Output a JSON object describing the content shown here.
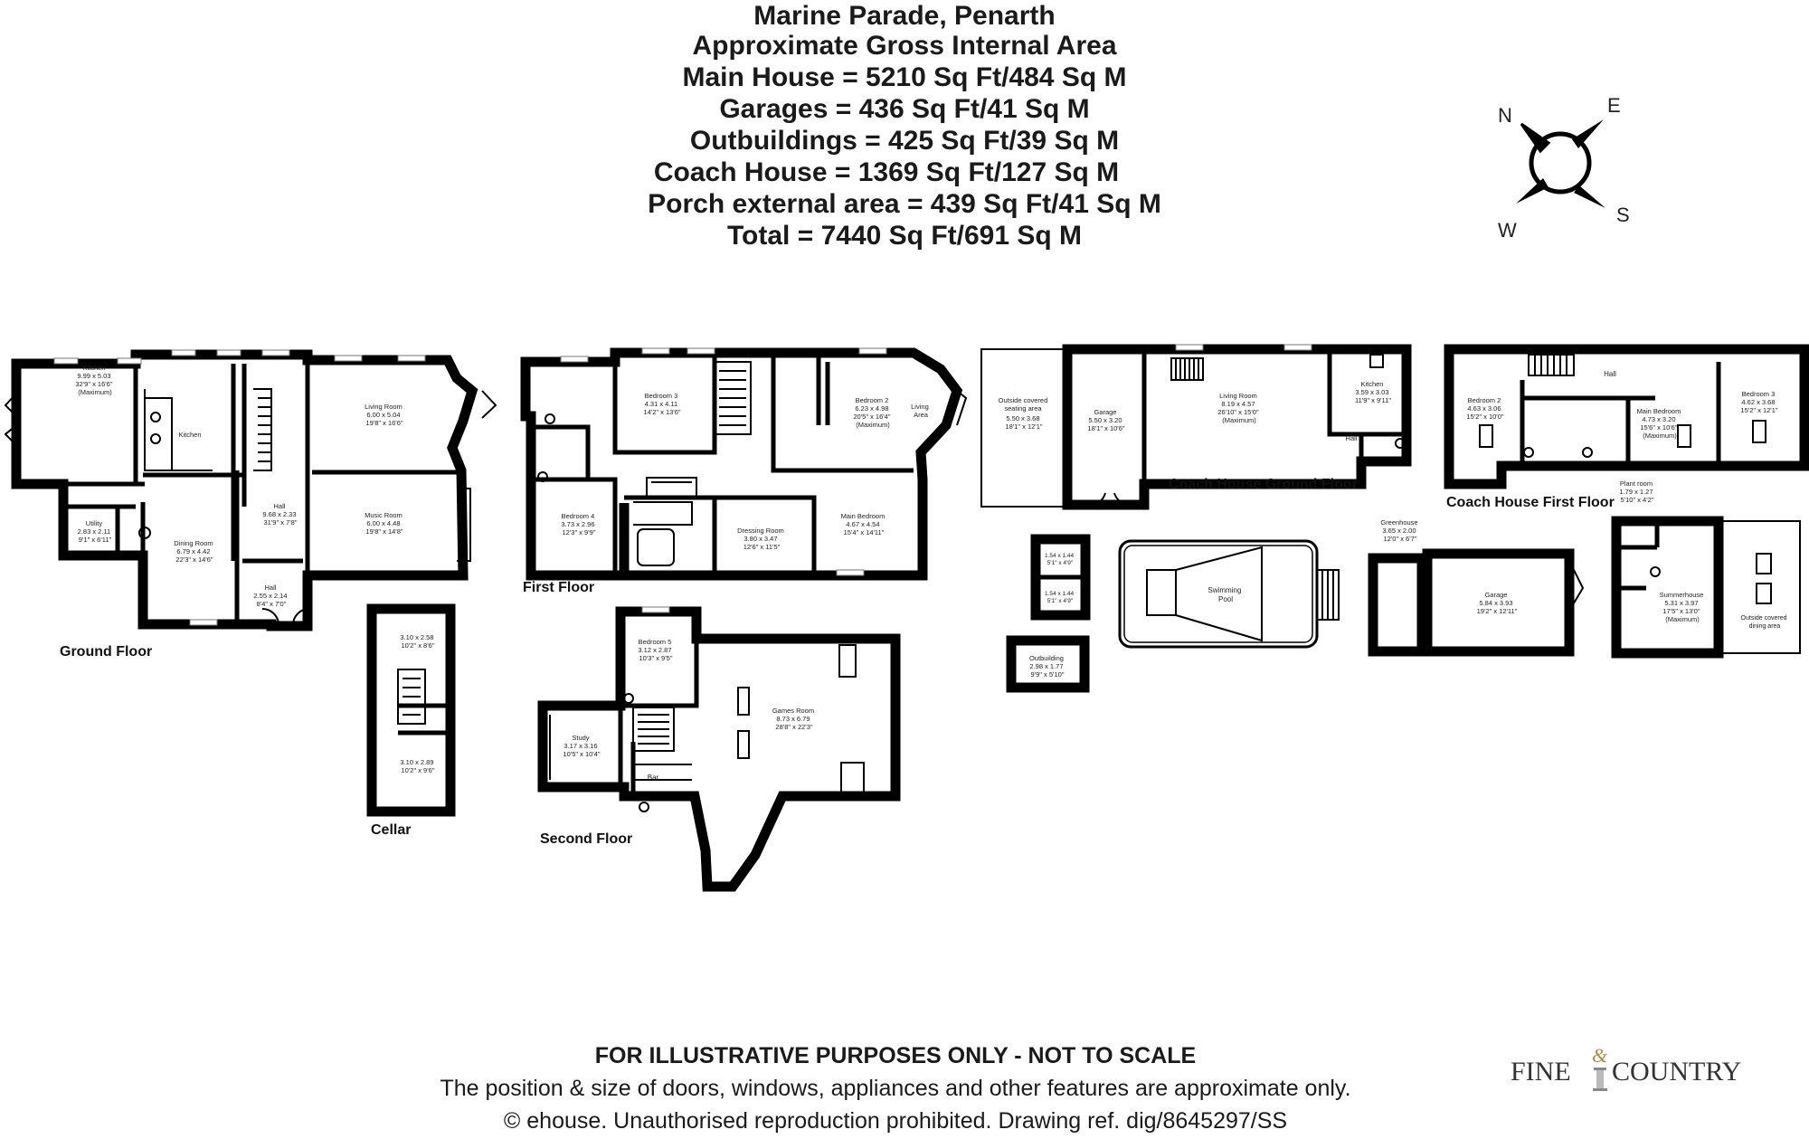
{
  "header": {
    "title": "Marine Parade, Penarth",
    "subtitle": "Approximate Gross Internal Area",
    "areas": [
      "Main House = 5210 Sq Ft/484 Sq M",
      "Garages = 436 Sq Ft/41 Sq M",
      "Outbuildings = 425 Sq Ft/39 Sq M",
      "Coach House = 1369 Sq Ft/127 Sq M",
      "Porch external area = 439 Sq Ft/41 Sq M",
      "Total = 7440 Sq Ft/691 Sq M"
    ]
  },
  "compass": {
    "n": "N",
    "e": "E",
    "s": "S",
    "w": "W"
  },
  "floors": {
    "ground": "Ground Floor",
    "first": "First Floor",
    "second": "Second Floor",
    "cellar": "Cellar",
    "coach_ground": "Coach House Ground Floor",
    "coach_first": "Coach House First Floor"
  },
  "rooms": {
    "kitchen": [
      "Kitchen",
      "9.99 x 5.03",
      "32'9\" x 16'6\"",
      "(Maximum)"
    ],
    "kitchen_area": [
      "Kitchen"
    ],
    "utility": [
      "Utility",
      "2.83 x 2.11",
      "9'1\" x 6'11\""
    ],
    "dining": [
      "Dining Room",
      "6.79 x 4.42",
      "22'3\" x 14'6\""
    ],
    "hall_main": [
      "Hall",
      "9.68 x 2.33",
      "31'9\" x 7'8\""
    ],
    "hall_small": [
      "Hall",
      "2.55 x 2.14",
      "8'4\" x 7'0\""
    ],
    "living": [
      "Living Room",
      "6.00 x 5.04",
      "19'8\" x 16'6\""
    ],
    "music": [
      "Music Room",
      "6.00 x 4.48",
      "19'8\" x 14'8\""
    ],
    "cellar1": [
      "3.10 x 2.58",
      "10'2\" x 8'6\""
    ],
    "cellar2": [
      "3.10 x 2.89",
      "10'2\" x 9'6\""
    ],
    "bedroom3": [
      "Bedroom 3",
      "4.31 x 4.11",
      "14'2\" x 13'6\""
    ],
    "bedroom2": [
      "Bedroom 2",
      "6.23 x 4.98",
      "20'5\" x 16'4\"",
      "(Maximum)"
    ],
    "living_area": [
      "Living",
      "Area"
    ],
    "bedroom4": [
      "Bedroom 4",
      "3.73 x 2.96",
      "12'3\" x 9'9\""
    ],
    "dressing": [
      "Dressing Room",
      "3.80 x 3.47",
      "12'6\" x 11'5\""
    ],
    "main_bedroom": [
      "Main Bedroom",
      "4.67 x 4.54",
      "15'4\" x 14'11\""
    ],
    "bedroom5": [
      "Bedroom 5",
      "3.12 x 2.87",
      "10'3\" x 9'5\""
    ],
    "games": [
      "Games Room",
      "8.73 x 6.79",
      "28'8\" x 22'3\""
    ],
    "study": [
      "Study",
      "3.17 x 3.16",
      "10'5\" x 10'4\""
    ],
    "bar": [
      "Bar"
    ],
    "outside_seating": [
      "Outside covered",
      "seating area",
      "5.50 x 3.68",
      "18'1\" x 12'1\""
    ],
    "garage_ch": [
      "Garage",
      "5.50 x 3.20",
      "18'1\" x 10'6\""
    ],
    "living_ch": [
      "Living Room",
      "8.19 x 4.57",
      "26'10\" x 15'0\"",
      "(Maximum)"
    ],
    "kitchen_ch": [
      "Kitchen",
      "3.59 x 3.03",
      "11'9\" x 9'11\""
    ],
    "hall_ch": [
      "Hall"
    ],
    "hall_ch1": [
      "Hall"
    ],
    "bedroom2_ch": [
      "Bedroom 2",
      "4.63 x 3.06",
      "15'2\" x 10'0\""
    ],
    "main_bed_ch": [
      "Main Bedroom",
      "4.73 x 3.20",
      "15'6\" x 10'6\"",
      "(Maximum)"
    ],
    "bedroom3_ch": [
      "Bedroom 3",
      "4.62 x 3.68",
      "15'2\" x 12'1\""
    ],
    "store1": [
      "1.54 x 1.44",
      "5'1\" x 4'9\""
    ],
    "store2": [
      "1.54 x 1.44",
      "5'1\" x 4'9\""
    ],
    "outbuilding": [
      "Outbuilding",
      "2.98 x 1.77",
      "9'9\" x 5'10\""
    ],
    "pool": [
      "Swimming",
      "Pool"
    ],
    "greenhouse": [
      "Greenhouse",
      "3.65 x 2.00",
      "12'0\" x 6'7\""
    ],
    "garage2": [
      "Garage",
      "5.84 x 3.93",
      "19'2\" x 12'11\""
    ],
    "plant": [
      "Plant room",
      "1.79 x 1.27",
      "5'10\" x 4'2\""
    ],
    "summerhouse": [
      "Summerhouse",
      "5.31 x 3.97",
      "17'5\" x 13'0\"",
      "(Maximum)"
    ],
    "outside_dining": [
      "Outside covered",
      "dining area"
    ]
  },
  "footer": {
    "line1": "FOR ILLUSTRATIVE PURPOSES ONLY - NOT TO SCALE",
    "line2": "The position & size of doors, windows, appliances and other features are approximate only.",
    "line3": "© ehouse. Unauthorised reproduction prohibited. Drawing ref. dig/8645297/SS"
  },
  "logo": {
    "left": "Fine",
    "amp": "&",
    "right": "Country"
  }
}
